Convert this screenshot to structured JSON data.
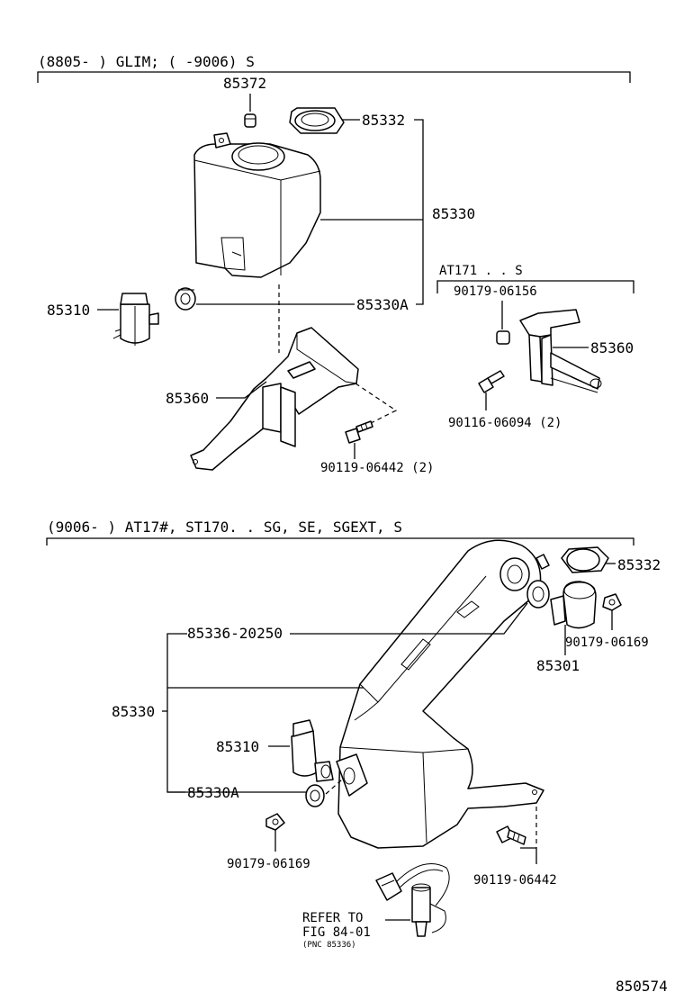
{
  "section_top": {
    "header": "(8805-      ) GLIM; (      -9006) S",
    "labels": {
      "p85372": "85372",
      "p85332": "85332",
      "p85330": "85330",
      "p85330a": "85330A",
      "p85310": "85310",
      "p85360": "85360",
      "bolt_06442": "90119-06442 (2)"
    },
    "sub_variant": {
      "header": "AT171 . . S",
      "nut_06156": "90179-06156",
      "bracket": "85360",
      "bolt_06094": "90116-06094 (2)"
    }
  },
  "section_bottom": {
    "header": "(9006-      ) AT17#, ST170. . SG, SE, SGEXT, S",
    "labels": {
      "p85336": "85336-20250",
      "p85332": "85332",
      "nut_06169_right": "90179-06169",
      "p85301": "85301",
      "p85330": "85330",
      "p85310": "85310",
      "p85330a": "85330A",
      "nut_06169_left": "90179-06169",
      "bolt_06442": "90119-06442"
    },
    "refer": {
      "line1": "REFER TO",
      "line2": "FIG 84-01",
      "line3": "(PNC 85336)"
    }
  },
  "figure_number": "850574"
}
